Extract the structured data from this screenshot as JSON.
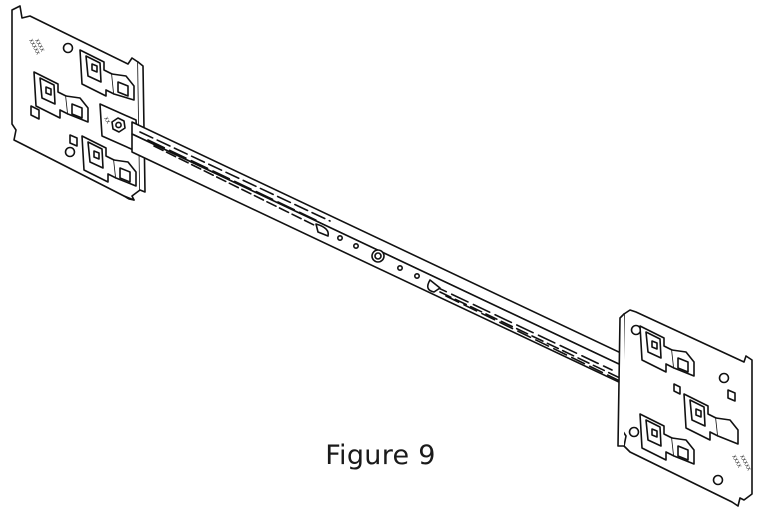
{
  "caption": "Figure 9",
  "colors": {
    "line": "#111111",
    "fill": "#ffffff"
  },
  "icons": [
    "mounting-bracket-left",
    "mounting-bracket-right",
    "crossbar",
    "hex-nut-left",
    "hex-nut-right",
    "center-stud"
  ]
}
